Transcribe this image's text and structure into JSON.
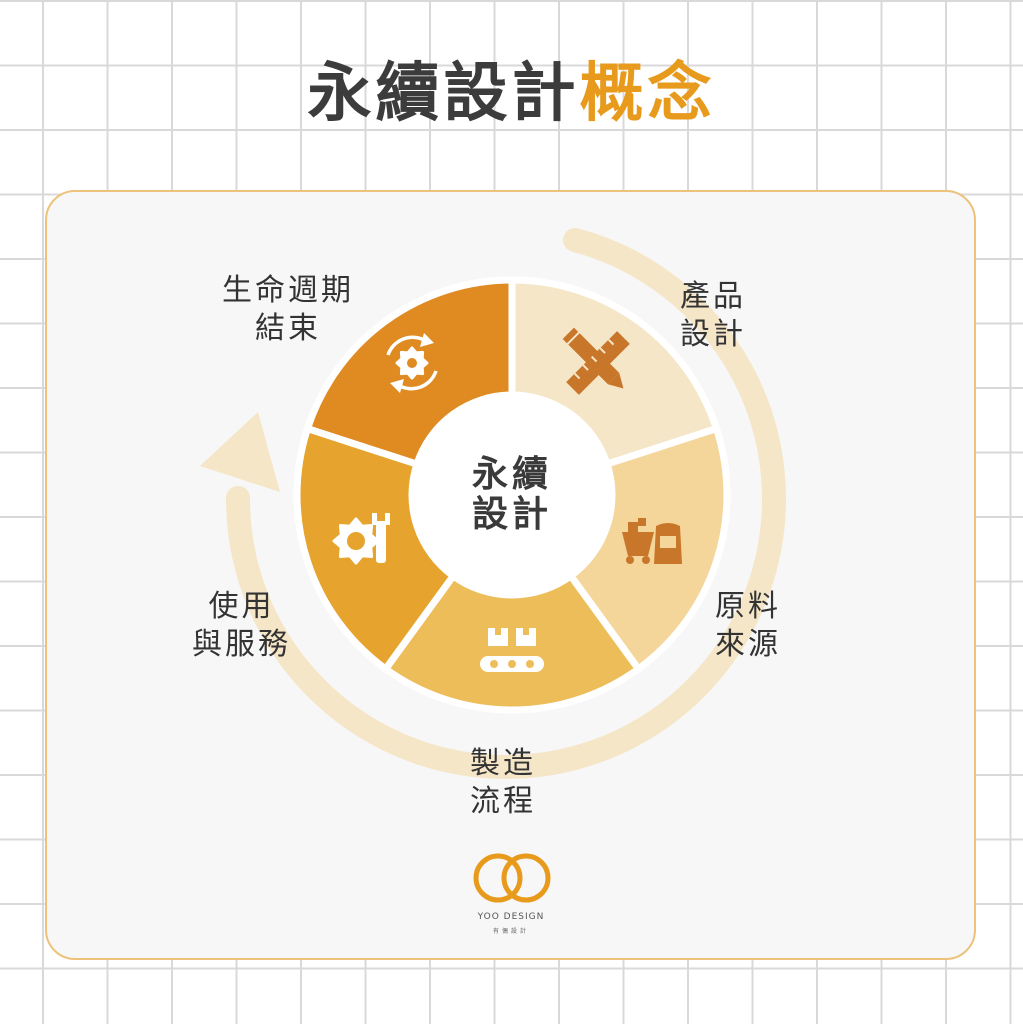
{
  "title": {
    "main": "永續設計",
    "accent": "概念"
  },
  "diagram": {
    "center": "永續\n設計",
    "segments": [
      {
        "label": "產品\n設計",
        "icon": "pencil-ruler-icon",
        "color": "#f5e6c8"
      },
      {
        "label": "原料\n來源",
        "icon": "material-cart-icon",
        "color": "#f4d69a"
      },
      {
        "label": "製造\n流程",
        "icon": "conveyor-boxes-icon",
        "color": "#edbd5a"
      },
      {
        "label": "使用\n與服務",
        "icon": "gear-wrench-icon",
        "color": "#e6a42f"
      },
      {
        "label": "生命週期\n結束",
        "icon": "gear-cycle-icon",
        "color": "#e08a22"
      }
    ],
    "ring_color": "#f5e6c8",
    "accent_color": "#e79a1c",
    "card_border_color": "#edc27a"
  },
  "logo": {
    "name": "YOO DESIGN",
    "sub": "有偶設計",
    "icon": "interlocking-rings-logo"
  }
}
